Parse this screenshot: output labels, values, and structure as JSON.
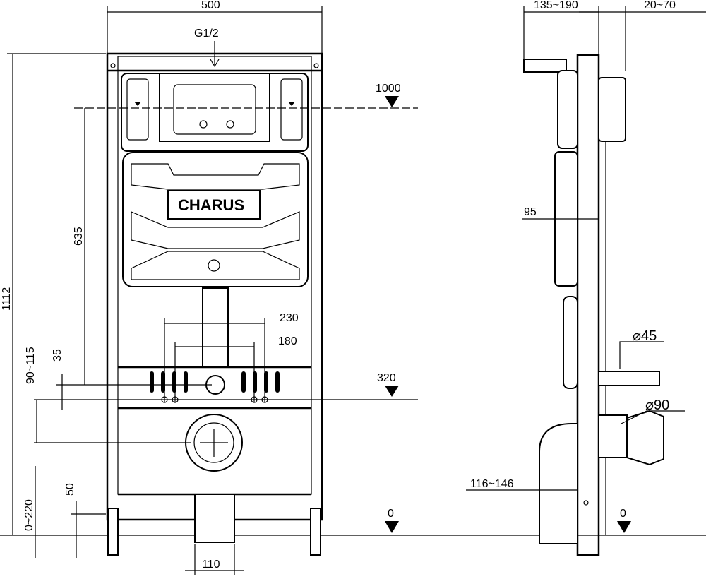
{
  "front_view": {
    "brand": "CHARUS",
    "width_label": "500",
    "inlet_label": "G1/2",
    "height_total_label": "1112",
    "cistern_height_label": "635",
    "flush_level_label": "1000",
    "outlet_spacing_outer_label": "230",
    "outlet_spacing_inner_label": "180",
    "offset_35_label": "35",
    "range_90_115_label": "90~115",
    "bolt_level_label": "320",
    "leg_range_label": "0~220",
    "offset_50_label": "50",
    "floor_label": "0",
    "drain_width_label": "110"
  },
  "side_view": {
    "depth_label": "135~190",
    "panel_label": "20~70",
    "cistern_depth_label": "95",
    "inlet_diameter_label": "⌀45",
    "outlet_diameter_label": "⌀90",
    "bend_label": "116~146",
    "floor_label": "0"
  }
}
